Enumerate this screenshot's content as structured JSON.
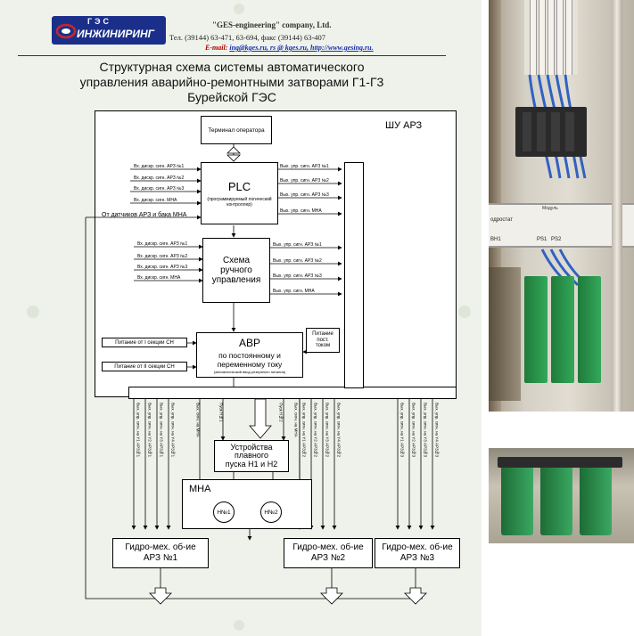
{
  "header": {
    "logo_top": "ГЭС",
    "logo_main": "ИНЖИНИРИНГ",
    "company": "\"GES-engineering\" company, Ltd.",
    "phones": "Тел. (39144) 63-471, 63-694, факс (39144) 63-407",
    "email_label": "E-mail: ",
    "email_links": "ing@kges.ru, rs @ kges.ru, http://www.gesing.ru."
  },
  "title": {
    "line1": "Структурная схема системы автоматического",
    "line2": "управления аварийно-ремонтными затворами Г1-Г3",
    "line3": "Бурейской ГЭС"
  },
  "diagram": {
    "shu_label": "ШУ АРЗ",
    "terminal": "Терминал оператора",
    "plc_title": "PLC",
    "plc_sub": "(программируемый логический контроллер)",
    "plc_inputs": [
      "Вх. дискр. сигн. АРЗ №1",
      "Вх. дискр. сигн. АРЗ №2",
      "Вх. дискр. сигн. АРЗ №3",
      "Вх. дискр. сигн. МНА"
    ],
    "plc_outputs": [
      "Вых. упр. сигн. АРЗ №1",
      "Вых. упр. сигн. АРЗ №2",
      "Вых. упр. сигн. АРЗ №3",
      "Вых. упр. сигн. МНА"
    ],
    "sensors_label": "От датчиков АРЗ и бака МНА",
    "manual_line1": "Схема",
    "manual_line2": "ручного",
    "manual_line3": "управления",
    "manual_inputs": [
      "Вх. дискр. сигн. АРЗ №1",
      "Вх. дискр. сигн. АРЗ №2",
      "Вх. дискр. сигн. АРЗ №3",
      "Вх. дискр. сигн. МНА"
    ],
    "manual_outputs": [
      "Вых. упр. сигн. АРЗ №1",
      "Вых. упр. сигн. АРЗ №2",
      "Вых. упр. сигн. АРЗ №3",
      "Вых. упр. сигн. МНА"
    ],
    "avr_title": "АВР",
    "avr_line1": "по постоянному и",
    "avr_line2": "переменному току",
    "avr_sub": "(автоматический ввод резервного питания)",
    "power_dc_line1": "Питание",
    "power_dc_line2": "пост.",
    "power_dc_line3": "током",
    "power_in1": "Питание от I секции СН",
    "power_in2": "Питание от II секции СН",
    "soft_line1": "Устройства",
    "soft_line2": "плавного",
    "soft_line3": "пуска Н1 и Н2",
    "mna": "МНА",
    "pump1": "Н№1",
    "pump2": "Н№2",
    "soft_signals": [
      "Вых. сигн. на МНА",
      "Пуск Н№1",
      "Пуск Н№2",
      "Вых. сигн. на МНА"
    ],
    "group1_signals": [
      "Вых. упр. сигн. на Y1 АРЗ№1",
      "Вых. упр. сигн. на Y2 АРЗ№1",
      "Вых. упр. сигн. на Y3 АРЗ№1",
      "Вых. упр. сигн. на Y4 АРЗ№1"
    ],
    "group2_signals": [
      "Вых. упр. сигн. на Y1 АРЗ№2",
      "Вых. упр. сигн. на Y2 АРЗ№2",
      "Вых. упр. сигн. на Y3 АРЗ№2",
      "Вых. упр. сигн. на Y4 АРЗ№2"
    ],
    "group3_signals": [
      "Вых. упр. сигн. на Y1 АРЗ№3",
      "Вых. упр. сигн. на Y2 АРЗ№3",
      "Вых. упр. сигн. на Y3 АРЗ№3",
      "Вых. упр. сигн. на Y4 АРЗ№3"
    ],
    "hydro1_line1": "Гидро-мех. об-ие",
    "hydro1_line2": "АРЗ №1",
    "hydro2_line1": "Гидро-мех. об-ие",
    "hydro2_line2": "АРЗ №2",
    "hydro3_line1": "Гидро-мех. об-ие",
    "hydro3_line2": "АРЗ №3"
  },
  "photos": {
    "top_labels": [
      "Модуль",
      "PS1",
      "PS2",
      "ВН1",
      "одростат"
    ]
  },
  "colors": {
    "page_bg": "#eef2ea",
    "logo_blue": "#1b2f8a",
    "logo_red": "#c62828",
    "link_blue": "#1a2fb0",
    "header_line": "#b00000"
  }
}
